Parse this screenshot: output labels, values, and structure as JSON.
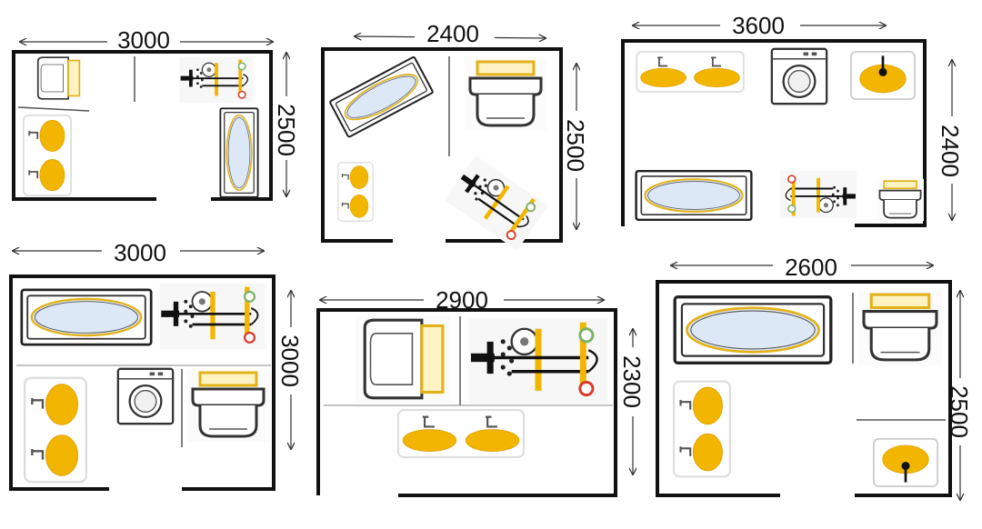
{
  "colors": {
    "wall": "#111111",
    "fixture_outline": "#333333",
    "accent_yellow": "#f2b600",
    "tub_blue": "#dde8f7",
    "shower_red": "#d63b2a",
    "shower_green": "#7fb069"
  },
  "layouts": [
    {
      "id": "layout-1",
      "width_label": "3000",
      "height_label": "2500",
      "fixtures": [
        "toilet-icon",
        "shower-icon",
        "bathtub-icon",
        "double-sink-icon"
      ]
    },
    {
      "id": "layout-2",
      "width_label": "2400",
      "height_label": "2500",
      "fixtures": [
        "bathtub-icon",
        "toilet-icon",
        "double-sink-icon",
        "shower-icon"
      ]
    },
    {
      "id": "layout-3",
      "width_label": "3600",
      "height_label": "2400",
      "fixtures": [
        "double-sink-icon",
        "washing-machine-icon",
        "sink-icon",
        "bathtub-icon",
        "shower-icon",
        "toilet-icon"
      ]
    },
    {
      "id": "layout-4",
      "width_label": "3000",
      "height_label": "3000",
      "fixtures": [
        "bathtub-icon",
        "shower-icon",
        "double-sink-icon",
        "washing-machine-icon",
        "toilet-icon"
      ]
    },
    {
      "id": "layout-5",
      "width_label": "2900",
      "height_label": "2300",
      "fixtures": [
        "toilet-icon",
        "shower-icon",
        "double-sink-icon"
      ]
    },
    {
      "id": "layout-6",
      "width_label": "2600",
      "height_label": "2500",
      "fixtures": [
        "bathtub-icon",
        "toilet-icon",
        "double-sink-icon",
        "sink-icon"
      ]
    }
  ]
}
